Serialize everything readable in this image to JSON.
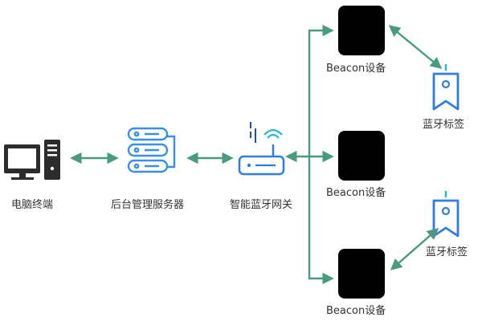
{
  "colors": {
    "connector": "#4a9a7e",
    "server_blue": "#3a8ee6",
    "tag_blue": "#2f7de1",
    "beacon_fill": "#000000",
    "text": "#333333"
  },
  "nodes": {
    "computer": {
      "label": "电脑终端",
      "icon": "desktop-computer-icon"
    },
    "server": {
      "label": "后台管理服务器",
      "icon": "server-stack-icon"
    },
    "gateway": {
      "label": "智能蓝牙网关",
      "icon": "bluetooth-gateway-router-icon"
    },
    "beacons": [
      {
        "label": "Beacon设备",
        "icon": "beacon-device-icon"
      },
      {
        "label": "Beacon设备",
        "icon": "beacon-device-icon"
      },
      {
        "label": "Beacon设备",
        "icon": "beacon-device-icon"
      }
    ],
    "tags": [
      {
        "label": "蓝牙标签",
        "icon": "bluetooth-tag-icon"
      },
      {
        "label": "蓝牙标签",
        "icon": "bluetooth-tag-icon"
      }
    ]
  },
  "connections": [
    {
      "from": "computer",
      "to": "server",
      "style": "bidirectional"
    },
    {
      "from": "server",
      "to": "gateway",
      "style": "bidirectional"
    },
    {
      "from": "gateway",
      "to": "beacon-1",
      "style": "arrow"
    },
    {
      "from": "gateway",
      "to": "beacon-2",
      "style": "bidirectional"
    },
    {
      "from": "gateway",
      "to": "beacon-3",
      "style": "arrow"
    },
    {
      "from": "beacon-1",
      "to": "tag-1",
      "style": "bidirectional"
    },
    {
      "from": "beacon-3",
      "to": "tag-2",
      "style": "bidirectional"
    }
  ]
}
